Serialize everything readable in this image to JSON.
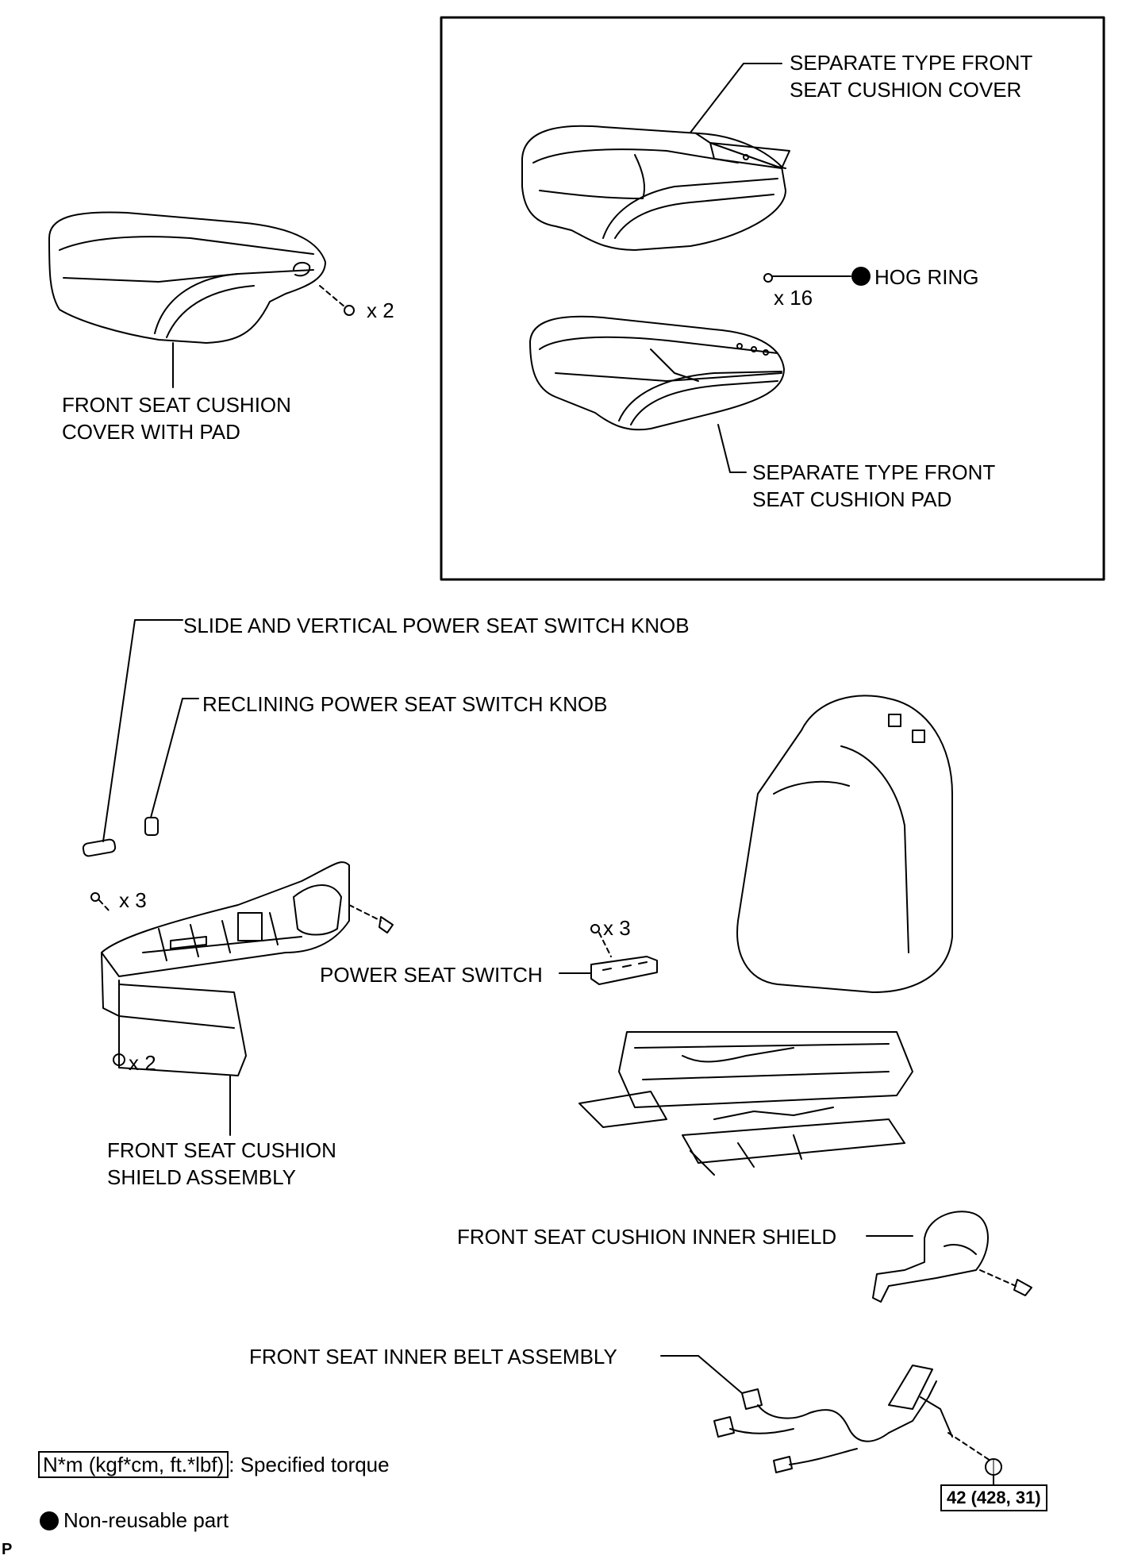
{
  "labels": {
    "separate_cover": [
      "SEPARATE TYPE FRONT",
      "SEAT CUSHION COVER"
    ],
    "hog_ring": "HOG RING",
    "hog_ring_qty": "x 16",
    "separate_pad": [
      "SEPARATE TYPE FRONT",
      "SEAT CUSHION PAD"
    ],
    "cover_with_pad": [
      "FRONT SEAT CUSHION",
      "COVER WITH PAD"
    ],
    "cover_with_pad_qty": "x 2",
    "slide_knob": "SLIDE AND VERTICAL POWER SEAT SWITCH KNOB",
    "reclining_knob": "RECLINING POWER SEAT SWITCH KNOB",
    "shield_clip_qty_top": "x 3",
    "shield_screw_qty_bottom": "x 2",
    "power_seat_switch": "POWER SEAT SWITCH",
    "switch_screw_qty": "x 3",
    "shield_assembly": [
      "FRONT SEAT CUSHION",
      "SHIELD ASSEMBLY"
    ],
    "inner_shield": "FRONT SEAT CUSHION INNER SHIELD",
    "inner_belt": "FRONT SEAT INNER BELT ASSEMBLY",
    "torque_value": "42 (428, 31)"
  },
  "legend": {
    "torque_unit": "N*m (kgf*cm, ft.*lbf)",
    "torque_desc": ": Specified torque",
    "nonreusable_desc": "Non-reusable part"
  },
  "footer_code": "P"
}
